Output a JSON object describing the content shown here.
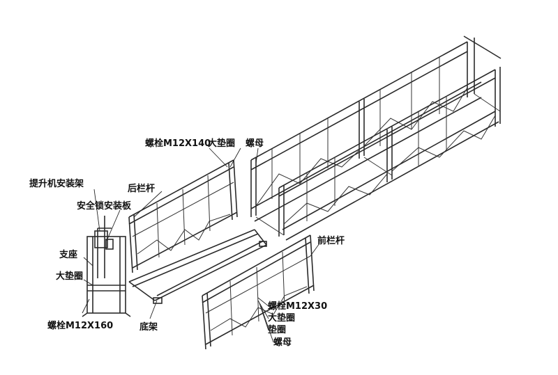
{
  "labels": {
    "hoist_mount_frame": "提升机安装架",
    "safety_lock_plate": "安全锁安装板",
    "support_base": "支座",
    "large_washer_left": "大垫圈",
    "bolt_m12x160": "螺栓M12X160",
    "bolt_m12x140": "螺栓M12X140",
    "large_washer_top": "大垫圈",
    "nut_top": "螺母",
    "rear_railing": "后栏杆",
    "base_frame": "底架",
    "front_railing": "前栏杆",
    "bolt_m12x30": "螺栓M12X30",
    "large_washer_bottom": "大垫圈",
    "washer": "垫圈",
    "nut_bottom": "螺母"
  }
}
